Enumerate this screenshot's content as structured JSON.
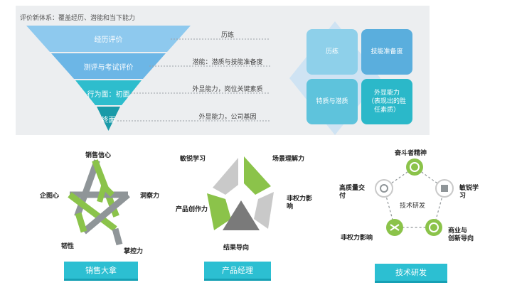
{
  "top": {
    "title": "评价新体系：覆盖经历、潜能和当下能力",
    "levels": [
      "经历评价",
      "测评与考试评价",
      "行为面：初面",
      "终面"
    ],
    "descriptions": [
      "历练",
      "潜能：潜质与技能准备度",
      "外显能力，岗位关键素质",
      "外显能力，公司基因"
    ],
    "quadrants": [
      "历练",
      "技能准备度",
      "特质与潜质",
      "外显能力\n（表现出的胜\n任素质）"
    ]
  },
  "sales": {
    "labels": [
      "销售信心",
      "洞察力",
      "掌控力",
      "韧性",
      "企图心"
    ],
    "tag": "销售大拿"
  },
  "pm": {
    "labels": [
      "敏锐学习",
      "场景理解力",
      "非权力影\n响",
      "结果导向",
      "产品创作力"
    ],
    "tag": "产品经理"
  },
  "tech": {
    "labels": [
      "奋斗者精神",
      "敏锐学\n习",
      "商业与\n创新导向",
      "非权力影响",
      "高质量交\n付"
    ],
    "center": "技术研发",
    "tag": "技术研发"
  }
}
